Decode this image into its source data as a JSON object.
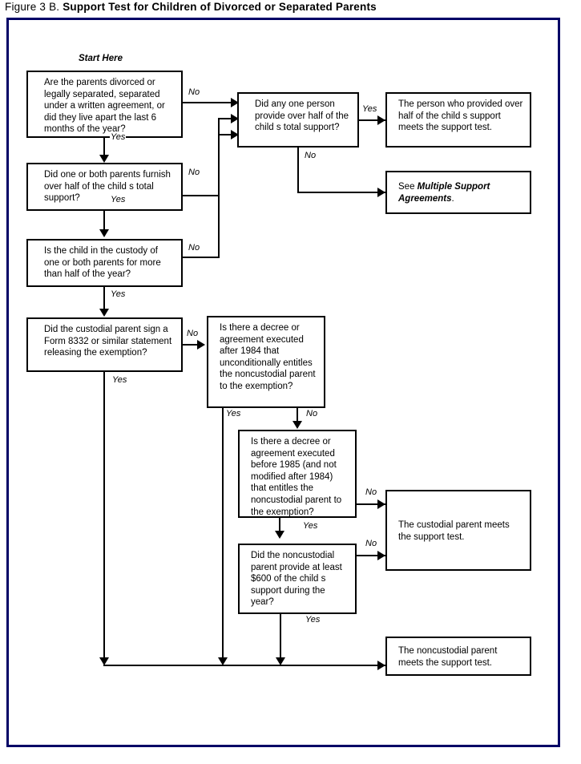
{
  "figure": {
    "number_prefix": "Figure 3 B.",
    "title": "Support Test for Children of Divorced or Separated Parents"
  },
  "start_label": "Start Here",
  "edge_labels": {
    "yes": "Yes",
    "no": "No"
  },
  "nodes": {
    "q_divorced": {
      "text": "Are the parents divorced or legally separated, separated under a written agreement, or did they live apart the last 6 months of the year?"
    },
    "q_half_support": {
      "text": "Did one or both parents furnish over half of the child  s total  support?"
    },
    "q_custody": {
      "text": "Is the child in the custody of one or both parents for more than half of the  year?"
    },
    "q_form8332": {
      "text": "Did the custodial parent sign a Form 8332 or similar statement releasing the exemption?"
    },
    "q_any_one_person": {
      "text": "Did any one person provide over half of the child  s total support?"
    },
    "r_person_meets": {
      "text": "The person who provided over half of the child  s support meets the support test."
    },
    "r_multiple_support_pre": "See ",
    "r_multiple_support_em": "Multiple Support Agreements",
    "r_multiple_support_post": ".",
    "q_decree_after_1984": {
      "text": "Is there a decree or agreement executed after 1984 that unconditionally  entitles the noncustodial parent to the exemption?"
    },
    "q_decree_before_1985": {
      "text": "Is there a decree or agreement executed before 1985 (and not modified after 1984) that entitles the noncustodial parent  to the exemption?"
    },
    "q_600_support": {
      "text": "Did the noncustodial parent provide at least $600 of the child  s support  during the year?"
    },
    "r_custodial_meets": {
      "text": "The custodial parent meets the support test."
    },
    "r_noncustodial_meets": {
      "text": "The noncustodial parent meets the support test."
    }
  }
}
